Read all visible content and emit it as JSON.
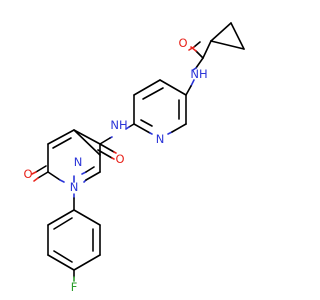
{
  "atoms": {
    "o_cyclopropyl_amide": "O",
    "nh_cyclopropyl_amide": "NH",
    "n_pyridine": "N",
    "nh_central_amide": "NH",
    "o_central_amide": "O",
    "n_pyridazinone_2": "N",
    "n_pyridazinone_1": "N",
    "o_pyridazinone": "O",
    "f_fluoro": "F"
  },
  "colors": {
    "carbon_bond": "#000000",
    "oxygen": "#e8231b",
    "nitrogen": "#2b35d8",
    "fluorine": "#2a9d2a",
    "background": "#ffffff"
  }
}
